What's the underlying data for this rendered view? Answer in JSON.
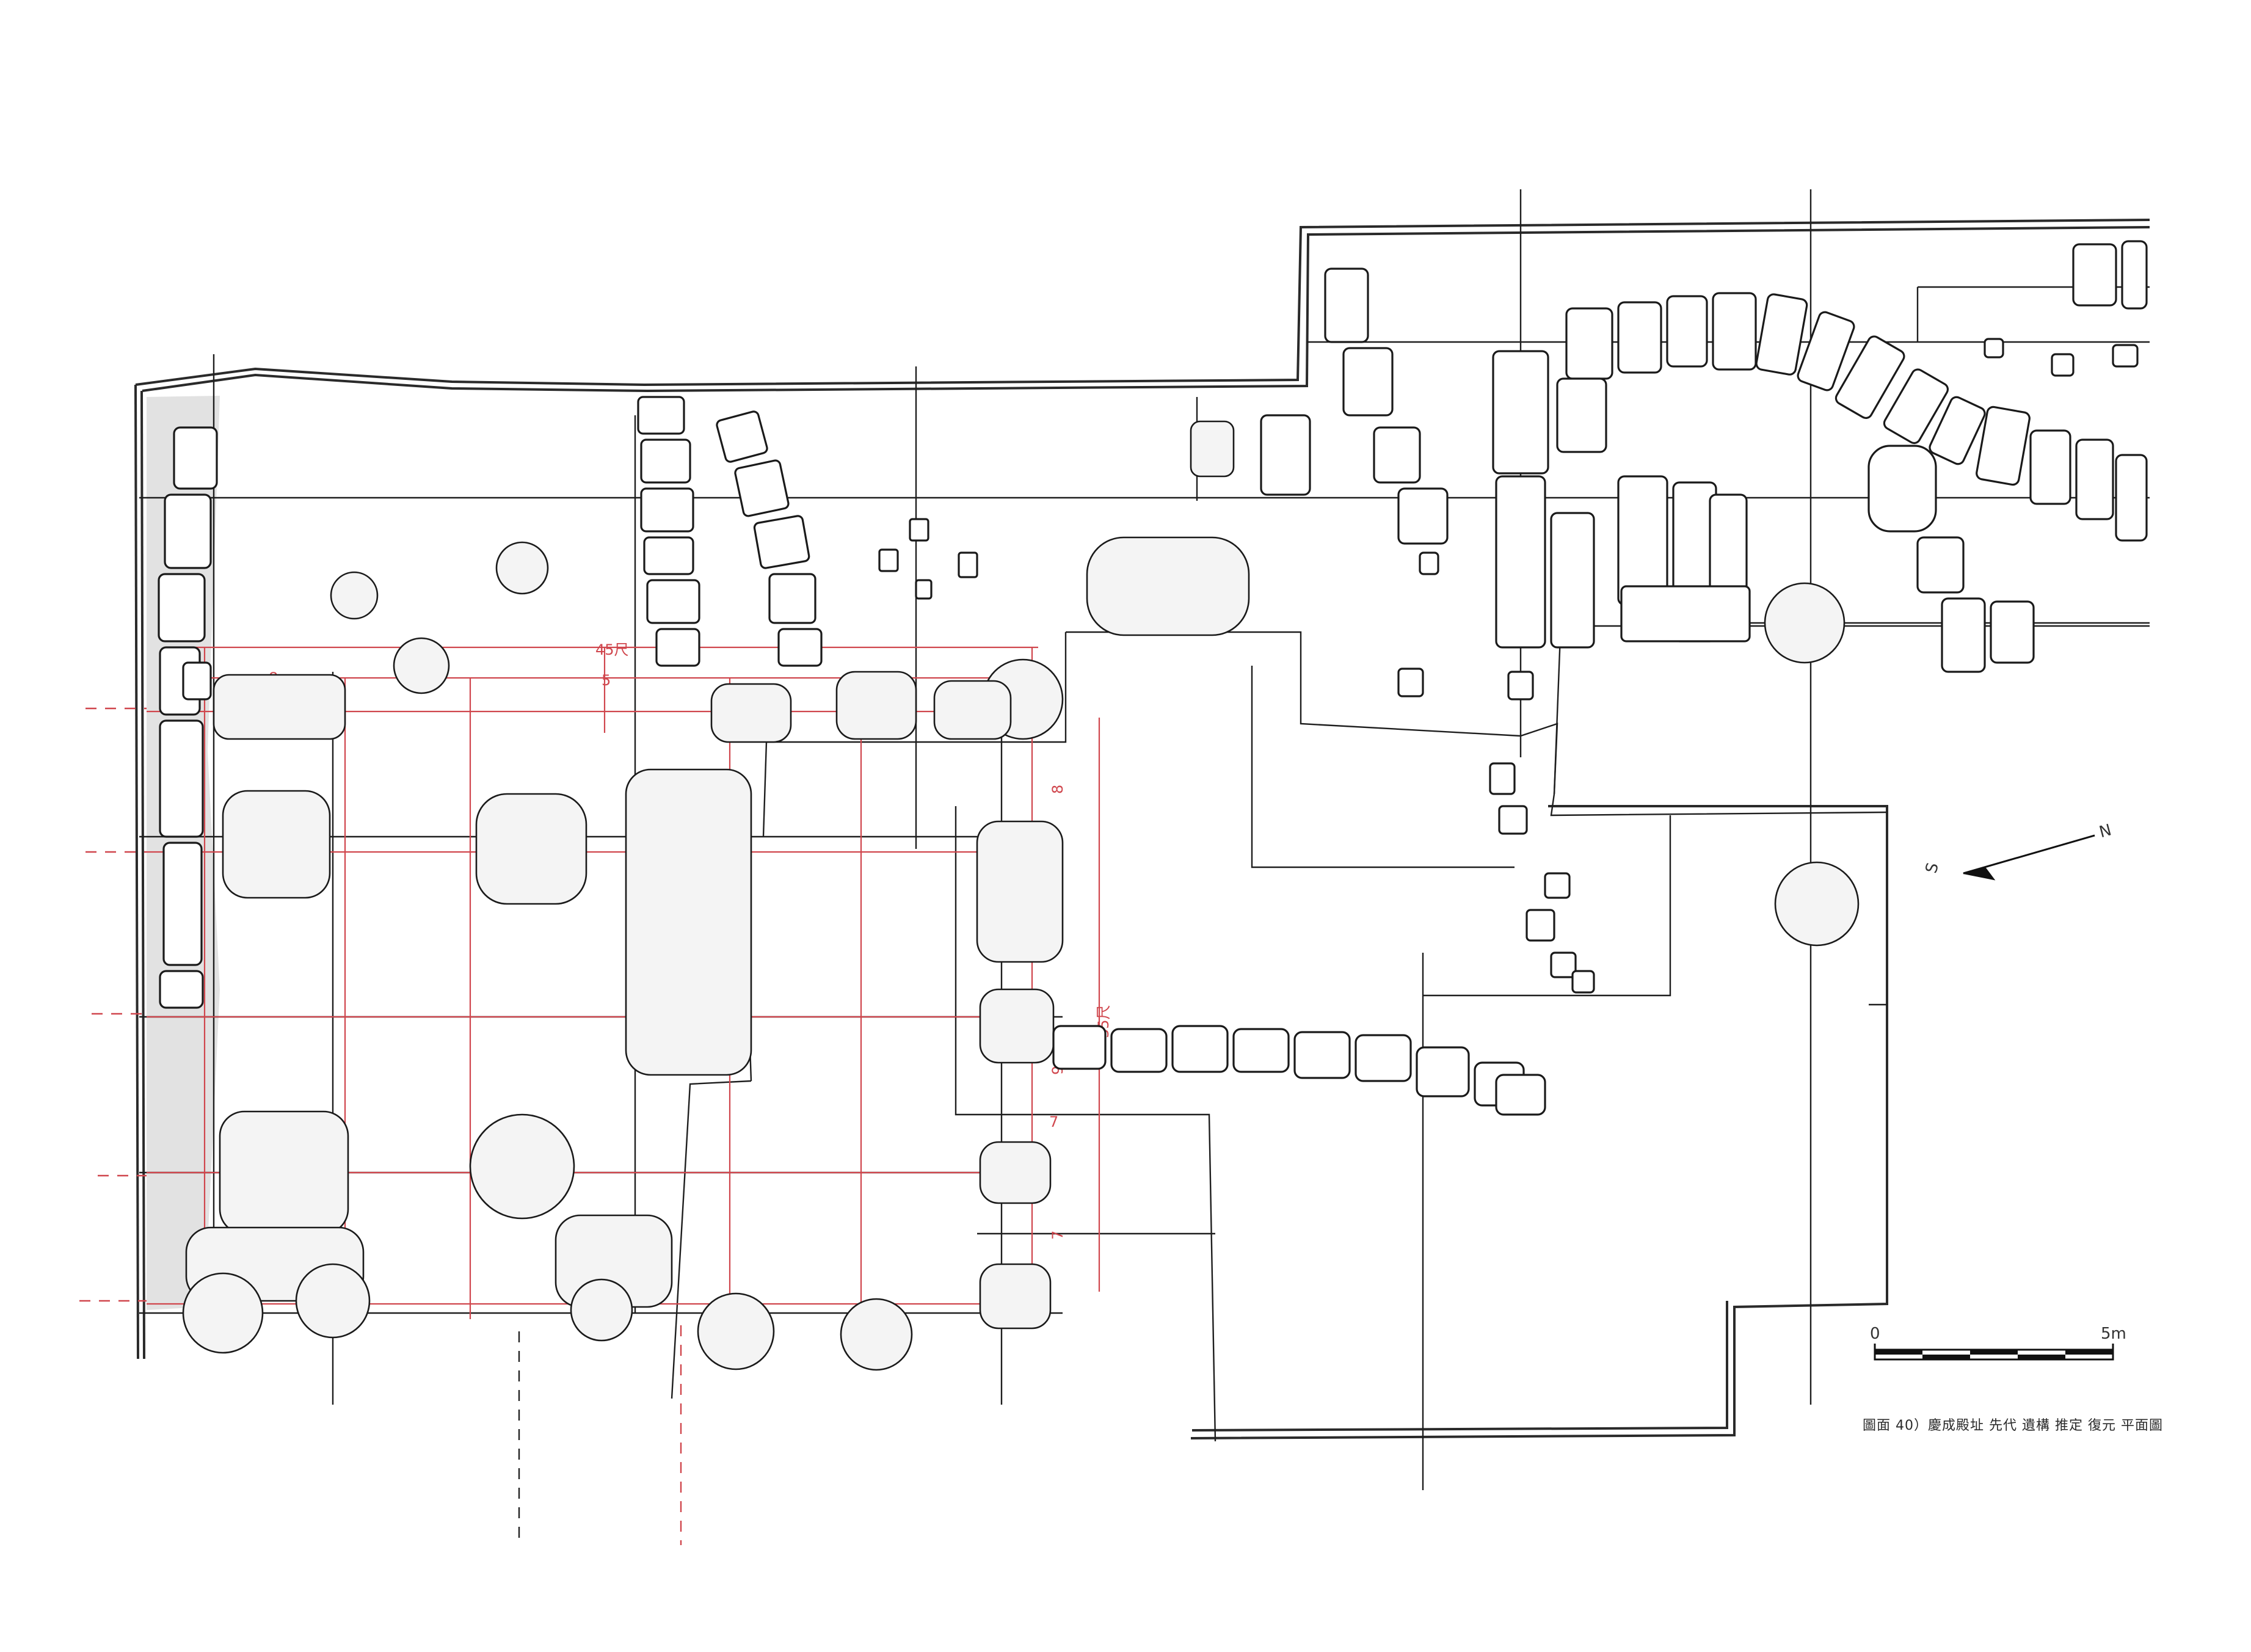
{
  "figure": {
    "caption": "圖面 40）慶成殿址 先代 遺構 推定 復元 平面圖"
  },
  "scale_bar": {
    "start_label": "0",
    "end_label": "5m"
  },
  "north_arrow": {
    "north_label": "N",
    "south_label": "S"
  },
  "dimensions": {
    "top_label_1": "45尺",
    "top_label_2": "5",
    "top_label_3": "8",
    "side_labels": [
      "8",
      "9",
      "9",
      "7",
      "9",
      "7"
    ],
    "wall_label": "35尺"
  },
  "colors": {
    "ink": "#1a1a1a",
    "reconstruction": "#d0464d",
    "wall_shade": "#e2e2e2"
  }
}
